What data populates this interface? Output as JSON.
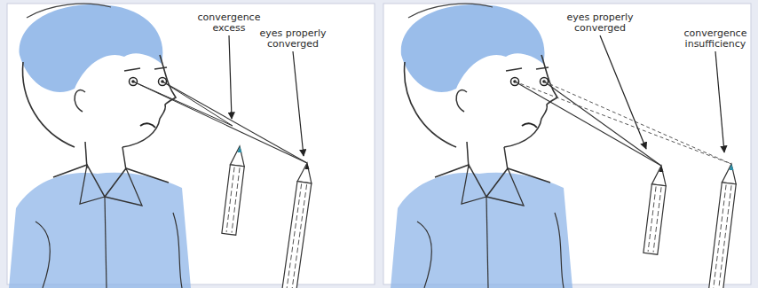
{
  "diagram": {
    "labels": [
      "convergence excess",
      "eyes properly converged",
      "eyes properly converged",
      "convergence insufficiency"
    ]
  }
}
